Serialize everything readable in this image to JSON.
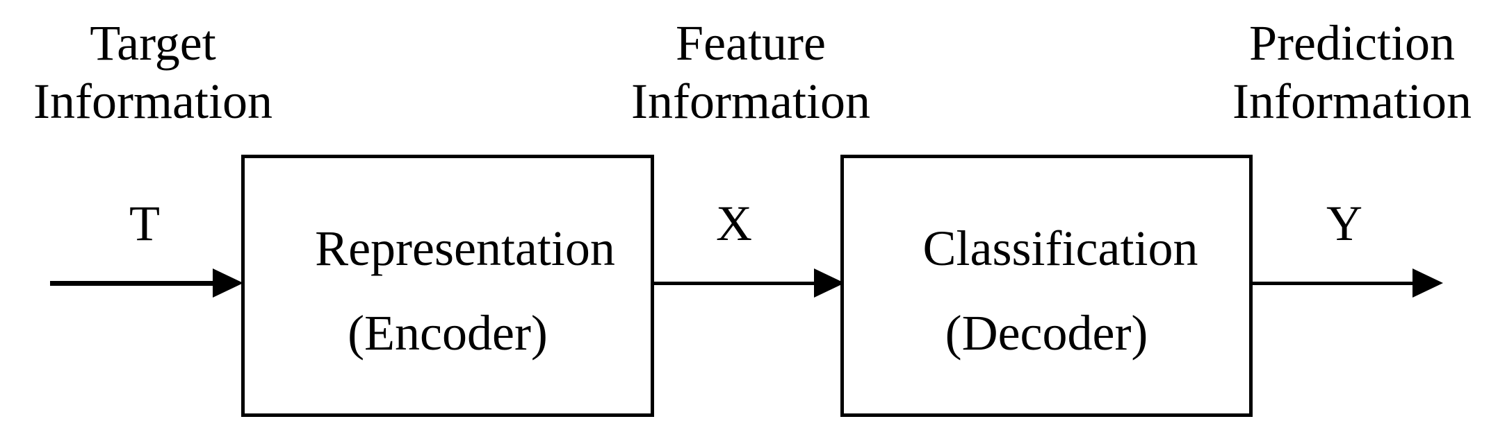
{
  "labels": {
    "target": {
      "line1": "Target",
      "line2": "Information"
    },
    "feature": {
      "line1": "Feature",
      "line2": "Information"
    },
    "prediction": {
      "line1": "Prediction",
      "line2": "Information"
    }
  },
  "symbols": {
    "t": "T",
    "x": "X",
    "y": "Y"
  },
  "blocks": {
    "encoder": {
      "title": "Representation",
      "subtitle": "(Encoder)"
    },
    "decoder": {
      "title": "Classification",
      "subtitle": "(Decoder)"
    }
  },
  "colors": {
    "stroke": "#000000",
    "background": "#ffffff"
  }
}
